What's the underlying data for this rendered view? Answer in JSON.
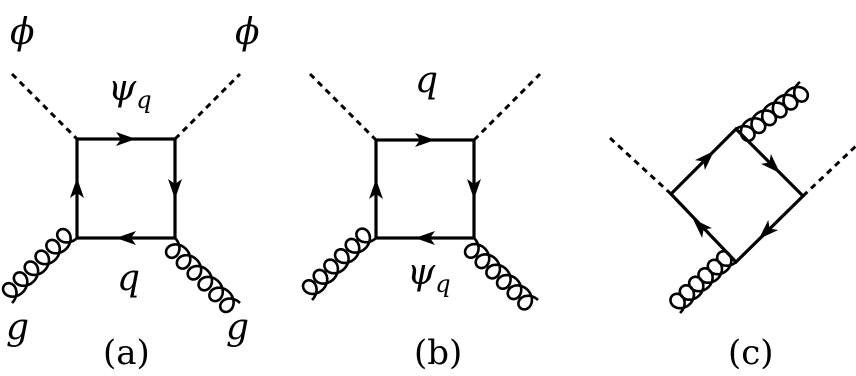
{
  "diagrams": [
    {
      "caption": "(a)",
      "labels": {
        "scalar_top_left": "ϕ",
        "scalar_top_right": "ϕ",
        "loop_top": "ψ",
        "loop_top_sub": "q",
        "loop_bottom": "q",
        "gluon_left": "g",
        "gluon_right": "g"
      }
    },
    {
      "caption": "(b)",
      "labels": {
        "loop_top": "q",
        "loop_bottom": "ψ",
        "loop_bottom_sub": "q"
      }
    },
    {
      "caption": "(c)",
      "labels": {}
    }
  ]
}
